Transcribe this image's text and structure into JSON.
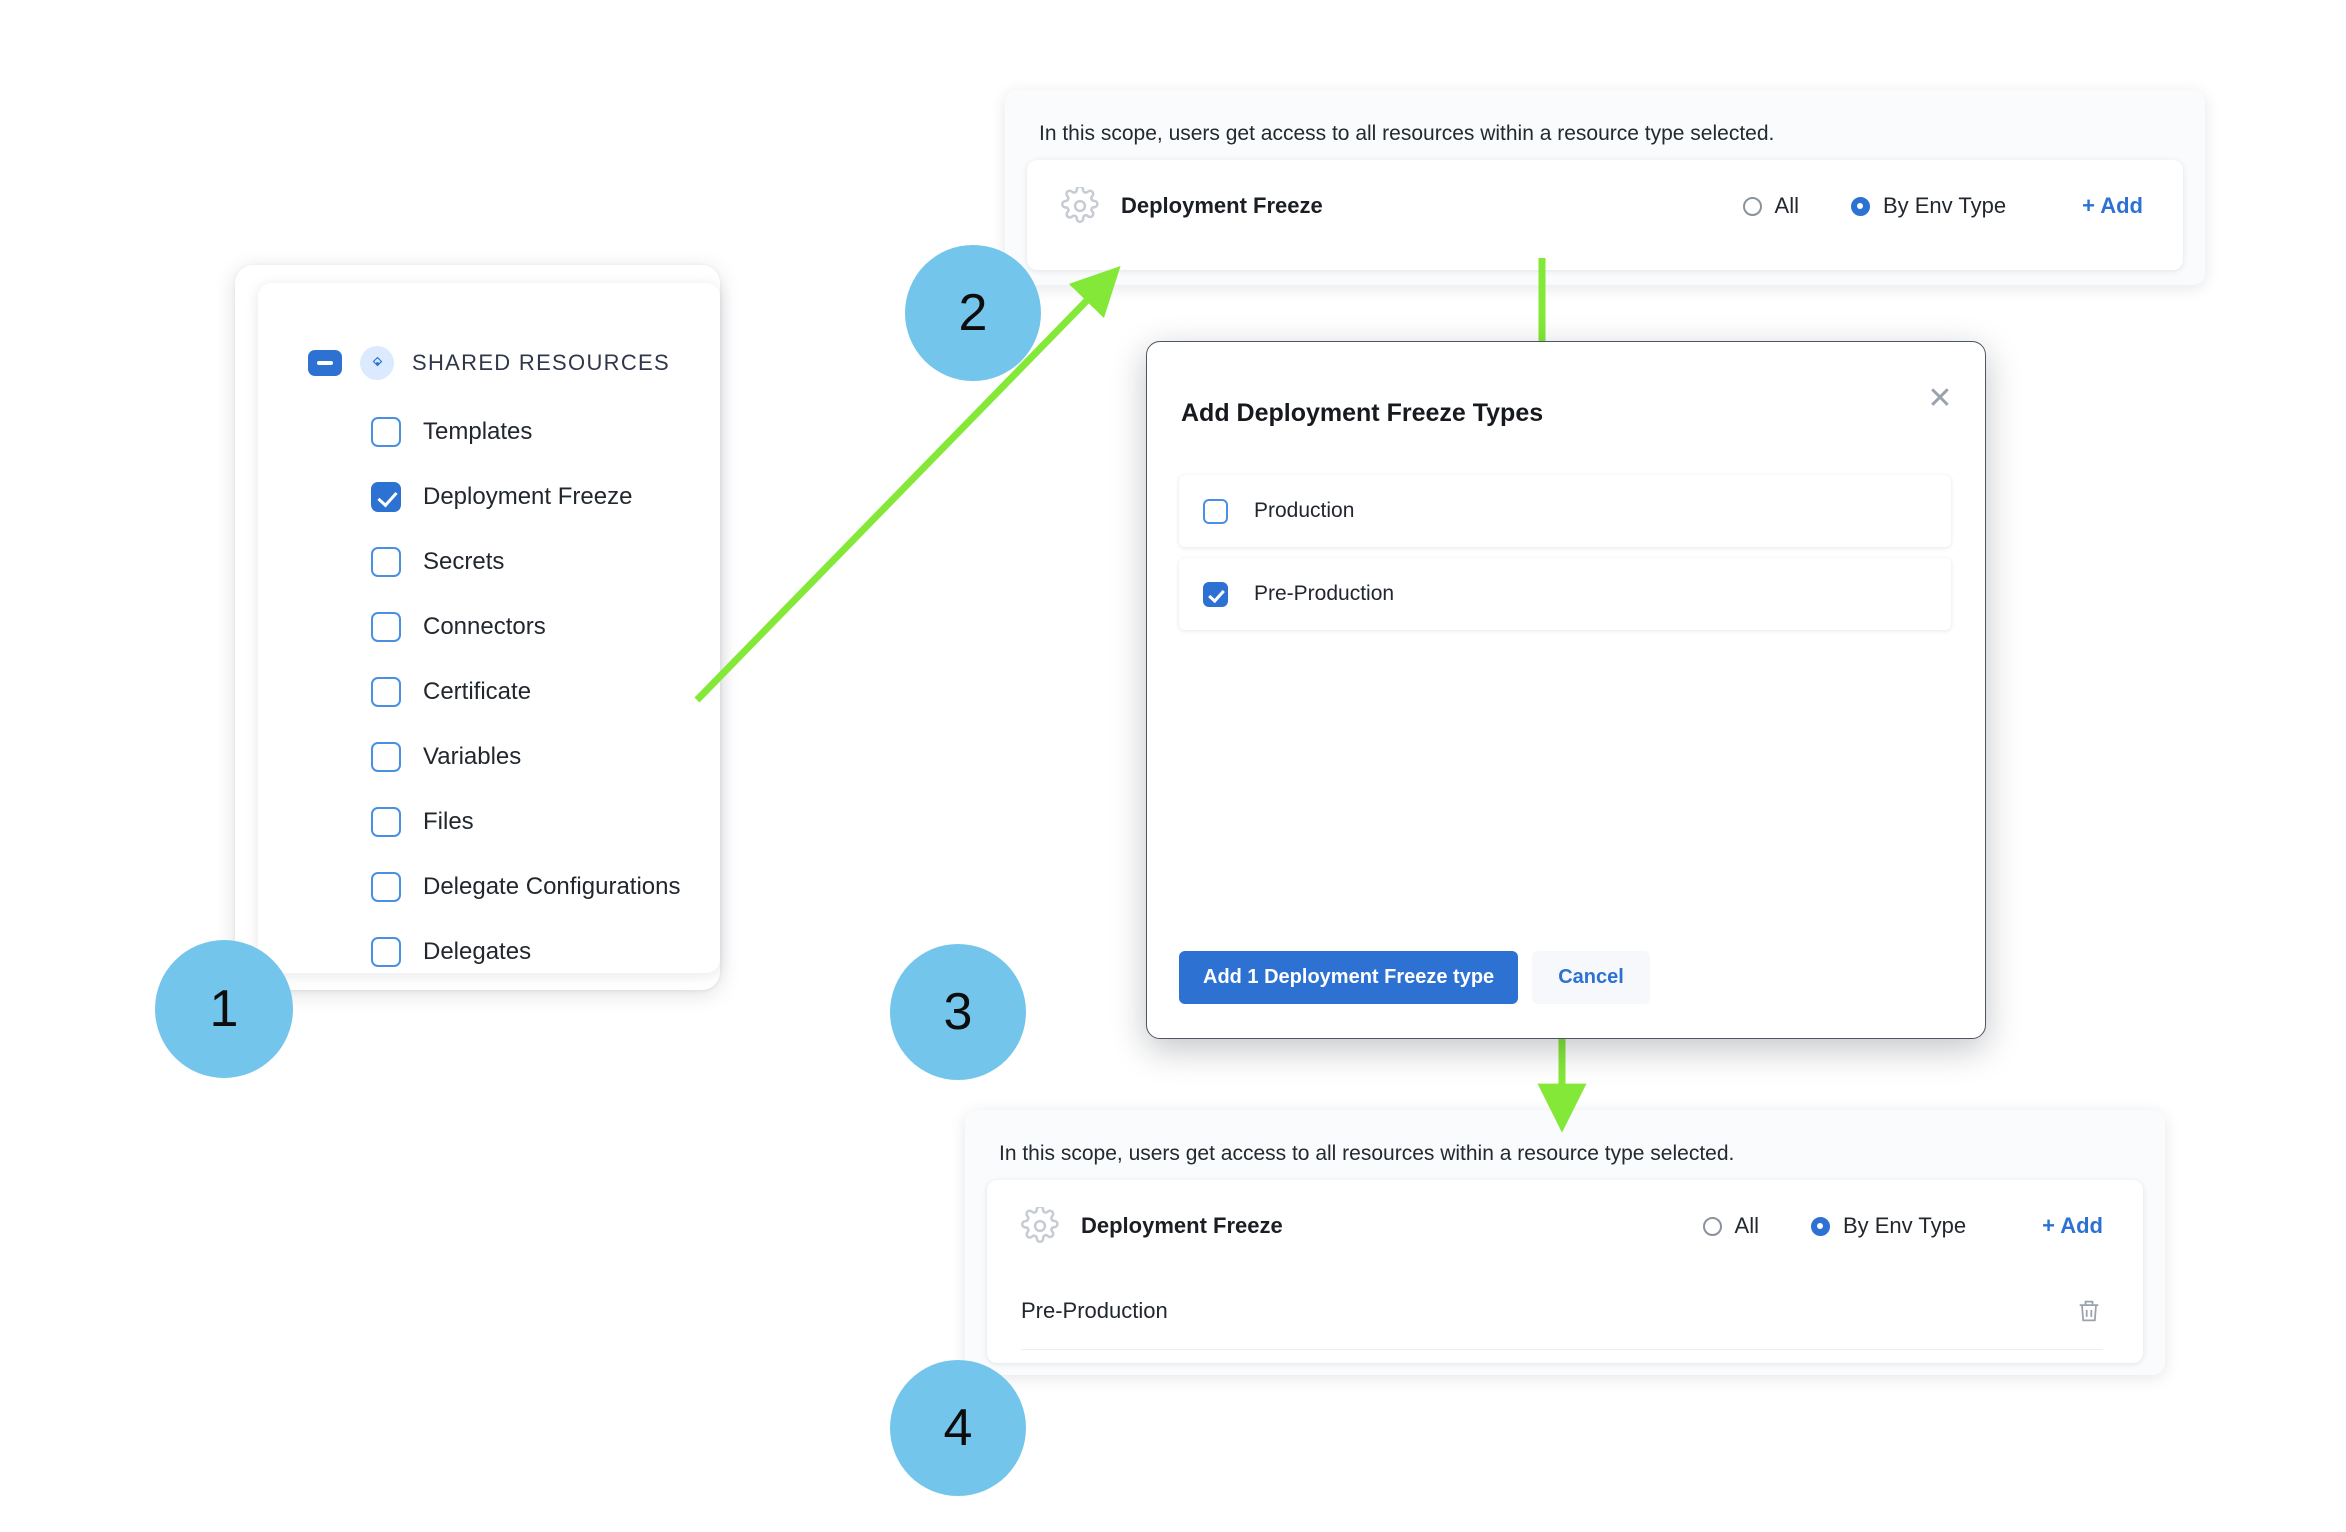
{
  "colors": {
    "accent_blue": "#2d72d2",
    "badge_blue": "#74c5ec",
    "arrow_green": "#84e838",
    "panel_bg": "#f9fbfd"
  },
  "steps": [
    {
      "number": "1"
    },
    {
      "number": "2"
    },
    {
      "number": "3"
    },
    {
      "number": "4"
    }
  ],
  "shared_resources": {
    "title": "SHARED RESOURCES",
    "collapse_icon": "minus-icon",
    "group_icon": "resource-group-icon",
    "items": [
      {
        "label": "Templates",
        "checked": false
      },
      {
        "label": "Deployment Freeze",
        "checked": true
      },
      {
        "label": "Secrets",
        "checked": false
      },
      {
        "label": "Connectors",
        "checked": false
      },
      {
        "label": "Certificate",
        "checked": false
      },
      {
        "label": "Variables",
        "checked": false
      },
      {
        "label": "Files",
        "checked": false
      },
      {
        "label": "Delegate Configurations",
        "checked": false
      },
      {
        "label": "Delegates",
        "checked": false
      }
    ]
  },
  "scope_panel_top": {
    "note": "In this scope, users get access to all resources within a resource type selected.",
    "resource_icon": "gear-icon",
    "resource_name": "Deployment Freeze",
    "radios": [
      {
        "label": "All",
        "selected": false
      },
      {
        "label": "By Env Type",
        "selected": true
      }
    ],
    "add_label": "+ Add"
  },
  "modal": {
    "title": "Add Deployment Freeze Types",
    "close_icon": "close-icon",
    "options": [
      {
        "label": "Production",
        "checked": false
      },
      {
        "label": "Pre-Production",
        "checked": true
      }
    ],
    "primary_label": "Add 1 Deployment Freeze type",
    "cancel_label": "Cancel"
  },
  "scope_panel_bottom": {
    "note": "In this scope, users get access to all resources within a resource type selected.",
    "resource_icon": "gear-icon",
    "resource_name": "Deployment Freeze",
    "radios": [
      {
        "label": "All",
        "selected": false
      },
      {
        "label": "By Env Type",
        "selected": true
      }
    ],
    "add_label": "+ Add",
    "selected_items": [
      {
        "label": "Pre-Production",
        "delete_icon": "trash-icon"
      }
    ]
  }
}
